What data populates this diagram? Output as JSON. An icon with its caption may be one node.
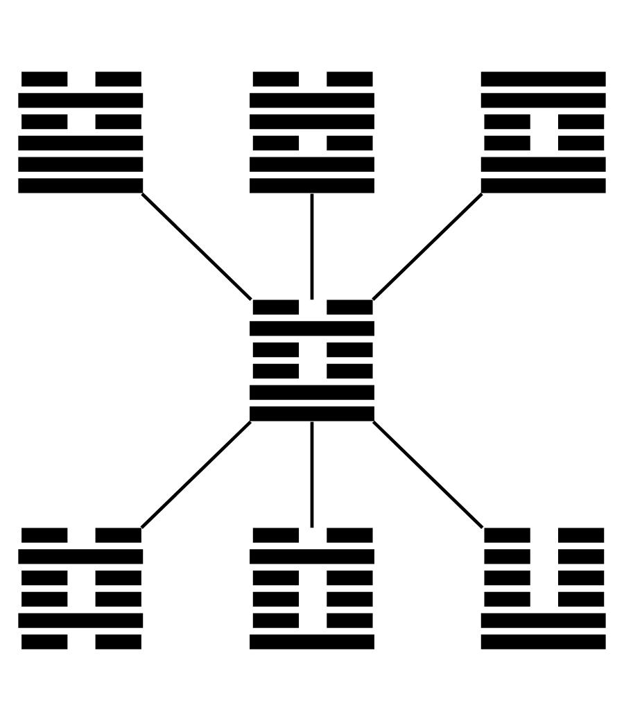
{
  "diagram": {
    "nodes": [
      {
        "text": [],
        "shape": "hexagram"
      },
      {
        "text": [],
        "shape": "hexagram"
      },
      {
        "text": [],
        "shape": "hexagram"
      },
      {
        "text": [],
        "shape": "hexagram"
      },
      {
        "text": [],
        "shape": "hexagram"
      },
      {
        "text": [],
        "shape": "hexagram"
      },
      {
        "text": [],
        "shape": "hexagram"
      }
    ],
    "edges": [
      {
        "from": 0,
        "to": 3,
        "arrow": "none"
      },
      {
        "from": 1,
        "to": 3,
        "arrow": "none"
      },
      {
        "from": 2,
        "to": 3,
        "arrow": "none"
      },
      {
        "from": 3,
        "to": 4,
        "arrow": "none"
      },
      {
        "from": 3,
        "to": 5,
        "arrow": "none"
      },
      {
        "from": 3,
        "to": 6,
        "arrow": "none"
      }
    ]
  }
}
